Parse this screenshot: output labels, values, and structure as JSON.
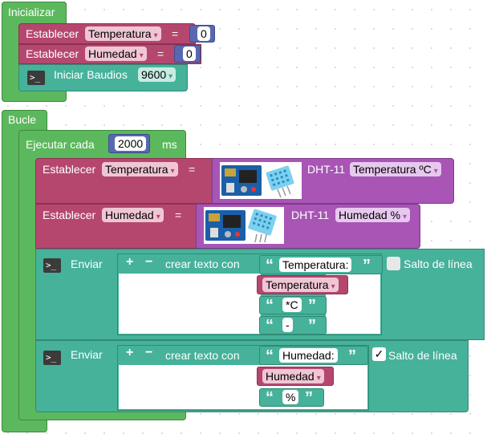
{
  "inicializar": {
    "title": "Inicializar",
    "set_temp": {
      "label": "Establecer",
      "var": "Temperatura",
      "eq": "=",
      "value": "0"
    },
    "set_hum": {
      "label": "Establecer",
      "var": "Humedad",
      "eq": "=",
      "value": "0"
    },
    "serial": {
      "icon": ">_",
      "label": "Iniciar  Baudios",
      "baud": "9600"
    }
  },
  "bucle": {
    "title": "Bucle",
    "every": {
      "label": "Ejecutar cada",
      "value": "2000",
      "unit": "ms"
    },
    "set_temp": {
      "label": "Establecer",
      "var": "Temperatura",
      "eq": "=",
      "sensor": "DHT-11",
      "mode": "Temperatura ºC"
    },
    "set_hum": {
      "label": "Establecer",
      "var": "Humedad",
      "eq": "=",
      "sensor": "DHT-11",
      "mode": "Humedad %"
    },
    "send1": {
      "icon": ">_",
      "label": "Enviar",
      "plus": "+",
      "minus": "−",
      "create": "crear texto con",
      "text1": "Temperatura:",
      "var": "Temperatura",
      "text2": "*C",
      "text3": "-",
      "newline_label": "Salto de línea",
      "newline_checked": false
    },
    "send2": {
      "icon": ">_",
      "label": "Enviar",
      "plus": "+",
      "minus": "−",
      "create": "crear texto con",
      "text1": "Humedad:",
      "var": "Humedad",
      "text2": "%",
      "newline_label": "Salto de línea",
      "newline_checked": true,
      "check_mark": "✓"
    }
  },
  "glyphs": {
    "open_quote": "“",
    "close_quote": "”",
    "dropdown": "▾"
  },
  "colors": {
    "control": "#5cb85c",
    "variable": "#b5476f",
    "sensor": "#a855b5",
    "serial": "#46b29a",
    "number": "#5868b0"
  }
}
